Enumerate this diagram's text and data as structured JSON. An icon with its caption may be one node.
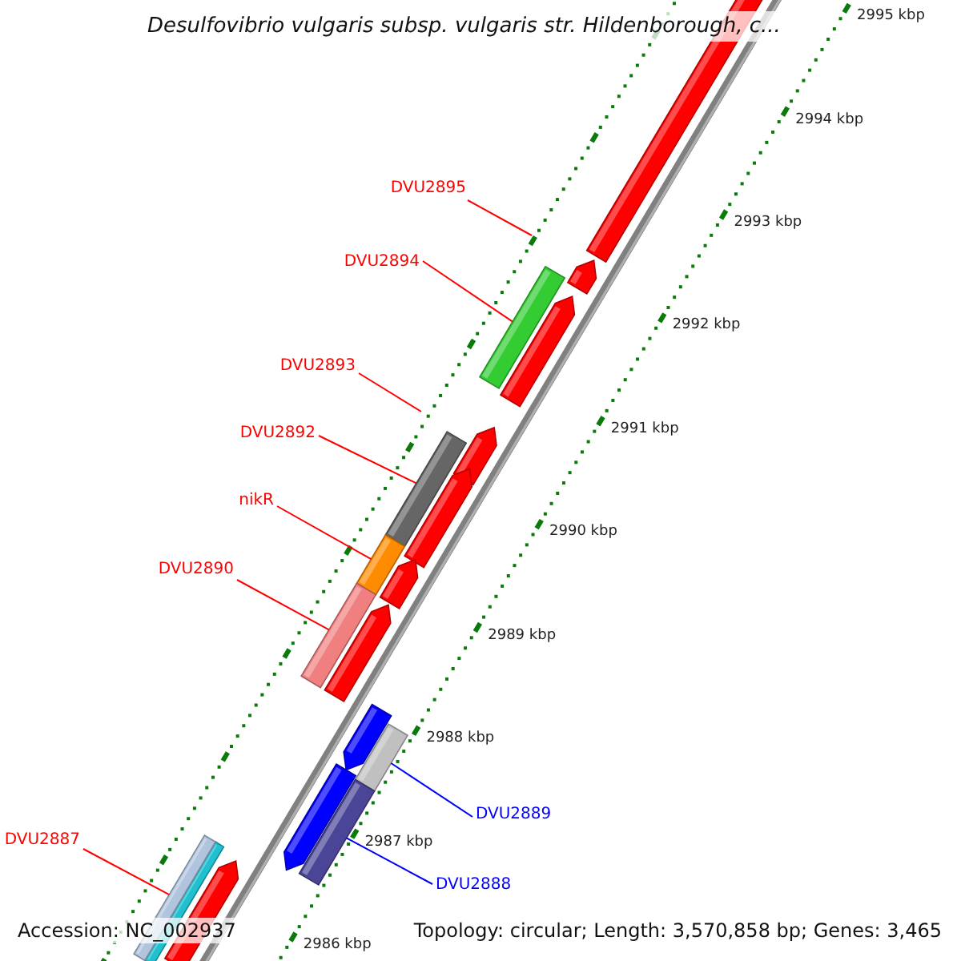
{
  "diagram": {
    "title": "Desulfovibrio vulgaris subsp. vulgaris str. Hildenborough, c...",
    "nodes": [
      {
        "text": [
          "DVU2895"
        ]
      },
      {
        "text": [
          "DVU2894"
        ]
      },
      {
        "text": [
          "DVU2893"
        ]
      },
      {
        "text": [
          "DVU2892"
        ]
      },
      {
        "text": [
          "nikR"
        ]
      },
      {
        "text": [
          "DVU2890"
        ]
      },
      {
        "text": [
          "DVU2889"
        ]
      },
      {
        "text": [
          "DVU2887"
        ]
      },
      {
        "text": [
          "DVU2888"
        ]
      },
      {
        "text": [],
        "shape": "bar"
      },
      {
        "text": [],
        "shape": "bar"
      },
      {
        "text": [],
        "shape": "bar"
      },
      {
        "text": [],
        "shape": "bar"
      },
      {
        "text": [],
        "shape": "bar"
      },
      {
        "text": [],
        "shape": "bar"
      },
      {
        "text": [],
        "shape": "bar"
      }
    ],
    "edges": [
      {
        "from": 0,
        "to": null,
        "arrow": "none"
      },
      {
        "from": 1,
        "to": 9,
        "arrow": "none"
      },
      {
        "from": 2,
        "to": null,
        "arrow": "none"
      },
      {
        "from": 3,
        "to": 10,
        "arrow": "none"
      },
      {
        "from": 4,
        "to": 11,
        "arrow": "none"
      },
      {
        "from": 5,
        "to": 12,
        "arrow": "none"
      },
      {
        "from": 6,
        "to": 13,
        "arrow": "none",
        "color": "#0000ff"
      },
      {
        "from": 7,
        "to": 15,
        "arrow": "none"
      },
      {
        "from": 8,
        "to": 14,
        "arrow": "none",
        "color": "#0000ff"
      }
    ],
    "labels": [
      "2995 kbp",
      "2994 kbp",
      "2993 kbp",
      "2992 kbp",
      "2991 kbp",
      "2990 kbp",
      "2989 kbp",
      "2988 kbp",
      "2987 kbp",
      "2986 kbp",
      "Accession: NC_002937",
      "Topology: circular; Length: 3,570,858 bp; Genes: 3,465"
    ]
  }
}
